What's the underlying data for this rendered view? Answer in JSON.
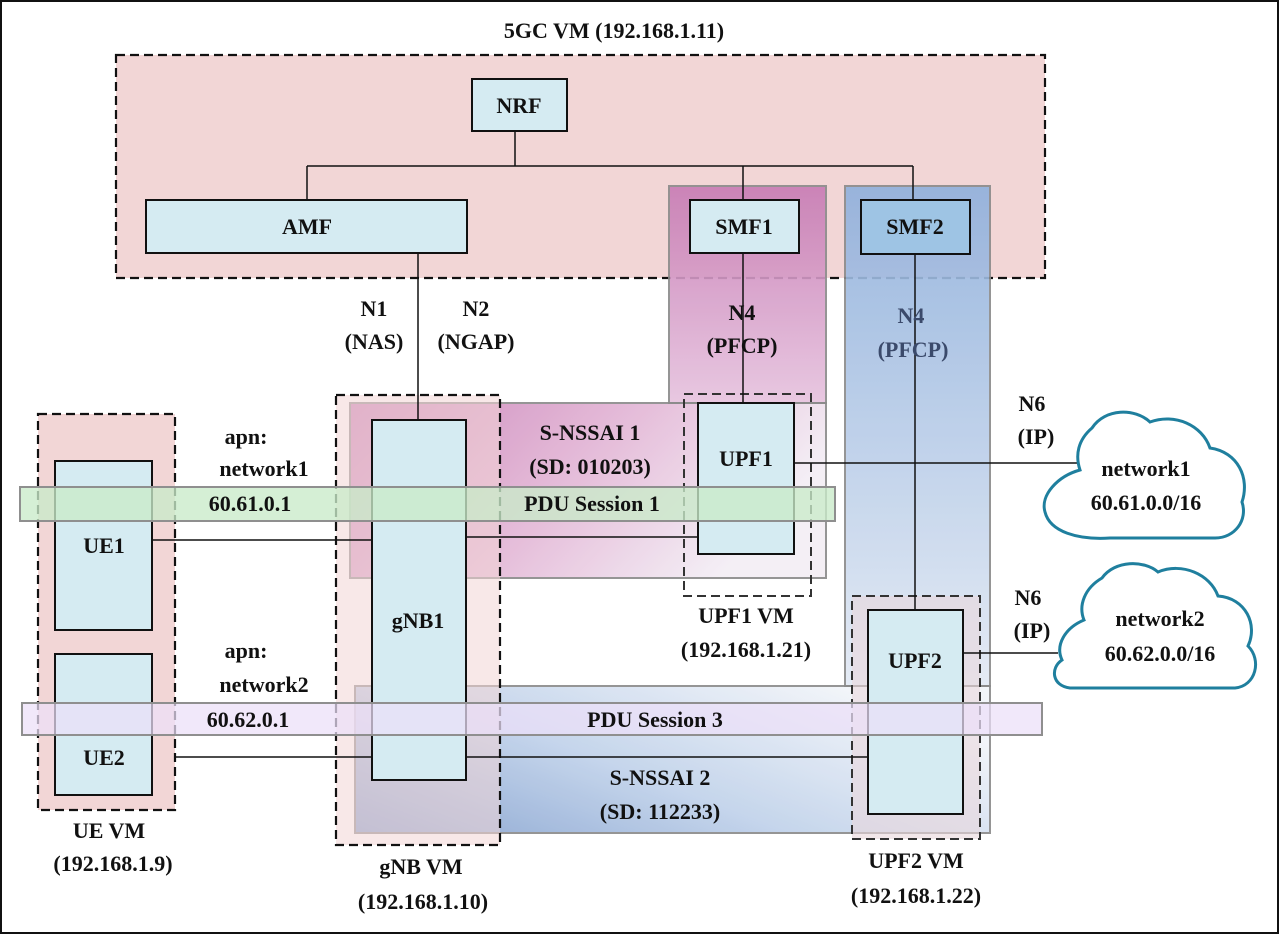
{
  "vms": {
    "core": "5GC VM (192.168.1.11)",
    "ue_name": "UE VM",
    "ue_ip": "(192.168.1.9)",
    "gnb_name": "gNB VM",
    "gnb_ip": "(192.168.1.10)",
    "upf1_name": "UPF1 VM",
    "upf1_ip": "(192.168.1.21)",
    "upf2_name": "UPF2 VM",
    "upf2_ip": "(192.168.1.22)"
  },
  "nodes": {
    "nrf": "NRF",
    "amf": "AMF",
    "smf1": "SMF1",
    "smf2": "SMF2",
    "gnb1": "gNB1",
    "ue1": "UE1",
    "ue2": "UE2",
    "upf1": "UPF1",
    "upf2": "UPF2"
  },
  "interfaces": {
    "n1": "N1",
    "n1_sub": "(NAS)",
    "n2": "N2",
    "n2_sub": "(NGAP)",
    "n4a": "N4",
    "n4a_sub": "(PFCP)",
    "n4b": "N4",
    "n4b_sub": "(PFCP)",
    "n6a": "N6",
    "n6a_sub": "(IP)",
    "n6b": "N6",
    "n6b_sub": "(IP)"
  },
  "slices": {
    "s1_name": "S-NSSAI 1",
    "s1_sd": "(SD: 010203)",
    "s2_name": "S-NSSAI 2",
    "s2_sd": "(SD: 112233)"
  },
  "sessions": {
    "pdu1": "PDU Session 1",
    "pdu3": "PDU Session 3",
    "ip1": "60.61.0.1",
    "ip2": "60.62.0.1"
  },
  "apns": {
    "apn1_a": "apn:",
    "apn1_b": "network1",
    "apn2_a": "apn:",
    "apn2_b": "network2"
  },
  "networks": {
    "net1_name": "network1",
    "net1_cidr": "60.61.0.0/16",
    "net2_name": "network2",
    "net2_cidr": "60.62.0.0/16"
  },
  "colors": {
    "vm_fill": "#f2d6d6",
    "node_fill": "#d5ebf2",
    "smf2_fill": "#9ec4e4",
    "slice1": "#c77bb4",
    "slice2": "#8fb0dc",
    "pdu1": "#d3efd3",
    "pdu3": "#ece2f6",
    "cloud": "#1f7f9e"
  }
}
